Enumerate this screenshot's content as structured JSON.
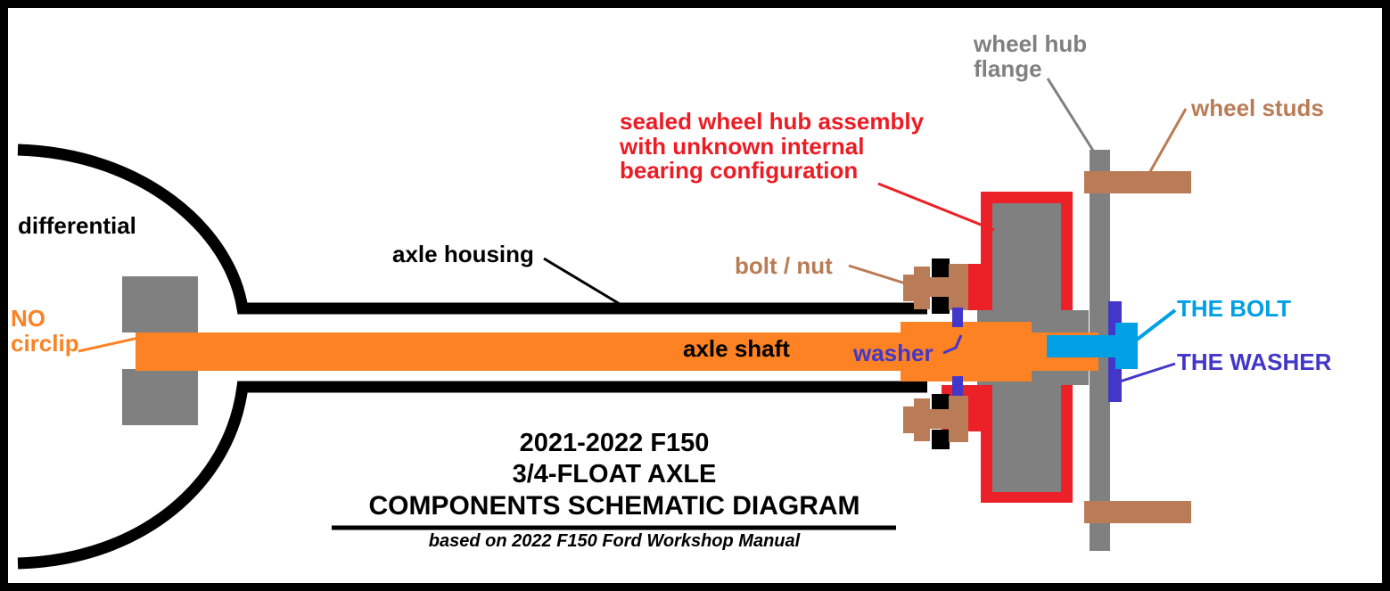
{
  "diagram": {
    "title_lines": [
      "2021-2022 F150",
      "3/4-FLOAT AXLE",
      "COMPONENTS  SCHEMATIC  DIAGRAM"
    ],
    "subtitle": "based on 2022 F150 Ford Workshop Manual",
    "frame_color": "#000000",
    "background": "#ffffff"
  },
  "labels": {
    "differential": "differential",
    "no_circlip": "NO\ncirclip",
    "axle_housing": "axle housing",
    "axle_shaft": "axle shaft",
    "sealed_hub": "sealed wheel hub assembly\nwith unknown internal\nbearing configuration",
    "bolt_nut": "bolt / nut",
    "washer": "washer",
    "wheel_hub_flange": "wheel hub\nflange",
    "wheel_studs": "wheel studs",
    "the_bolt": "THE BOLT",
    "the_washer": "THE WASHER"
  },
  "colors": {
    "black": "#000000",
    "gray": "#808080",
    "orange": "#fc8223",
    "red": "#ec2027",
    "brown": "#b97c56",
    "cyan": "#00a0e4",
    "indigo": "#4237c8",
    "white": "#ffffff"
  },
  "components": [
    {
      "name": "differential housing",
      "color": "#000000"
    },
    {
      "name": "differential bearing blocks",
      "color": "#808080"
    },
    {
      "name": "axle shaft",
      "color": "#fc8223"
    },
    {
      "name": "axle housing",
      "color": "#000000"
    },
    {
      "name": "sealed wheel hub assembly",
      "color": "#ec2027"
    },
    {
      "name": "hub body",
      "color": "#808080"
    },
    {
      "name": "wheel hub flange",
      "color": "#808080"
    },
    {
      "name": "wheel studs",
      "color": "#b97c56"
    },
    {
      "name": "bolt / nut",
      "color": "#b97c56"
    },
    {
      "name": "the bolt",
      "color": "#00a0e4"
    },
    {
      "name": "the washer",
      "color": "#4237c8"
    }
  ]
}
